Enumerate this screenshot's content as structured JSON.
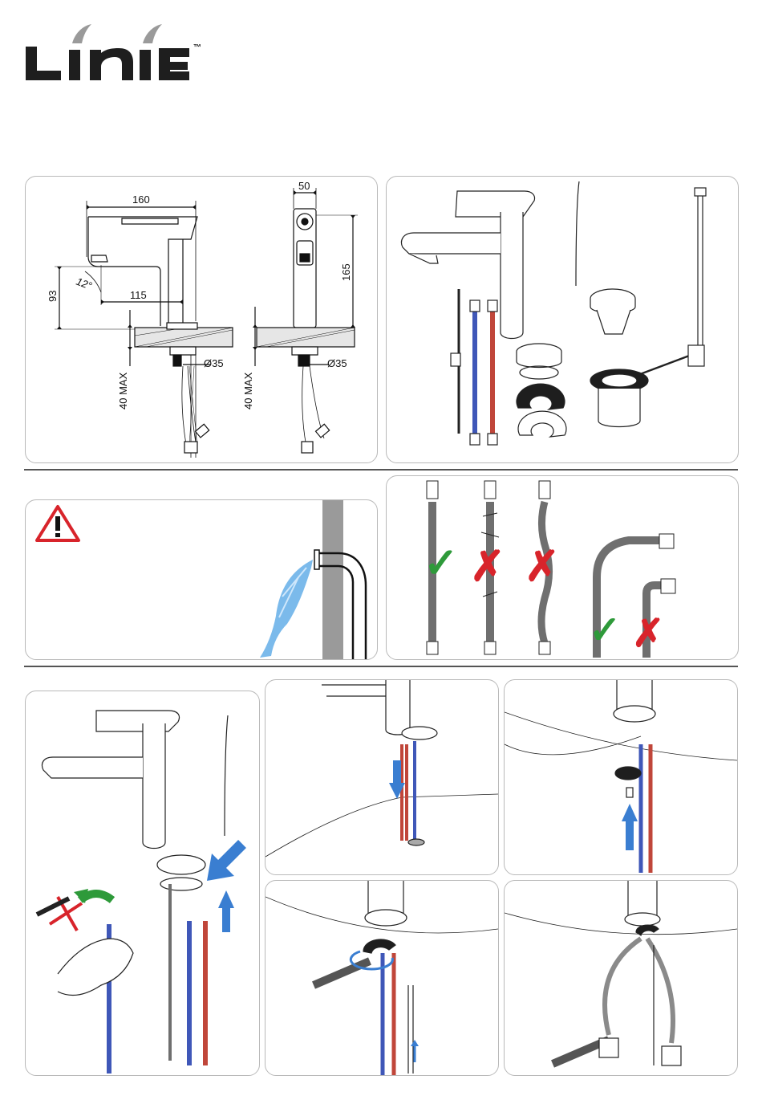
{
  "brand": {
    "name": "LINIE",
    "trademark": "™",
    "primary_color": "#1e1e1e",
    "accent_color": "#9a9a9a"
  },
  "dimensions": {
    "front": {
      "width": "160",
      "spout_projection": "115",
      "spout_height": "93",
      "spout_angle": "12°",
      "max_deck": "40 MAX",
      "hole": "Ø35"
    },
    "side": {
      "depth": "50",
      "height": "165",
      "max_deck": "40 MAX",
      "hole": "Ø35"
    }
  },
  "hose_check": {
    "correct_symbol": "✓",
    "wrong_symbol": "✗",
    "correct_color": "#2e9a3a",
    "wrong_color": "#d8242b"
  },
  "colors": {
    "water": "#5aa9e6",
    "arrow_blue": "#3a7ed1",
    "arrow_green": "#2e9a3a",
    "hose_blue": "#3f57b8",
    "hose_red": "#c0463a"
  }
}
